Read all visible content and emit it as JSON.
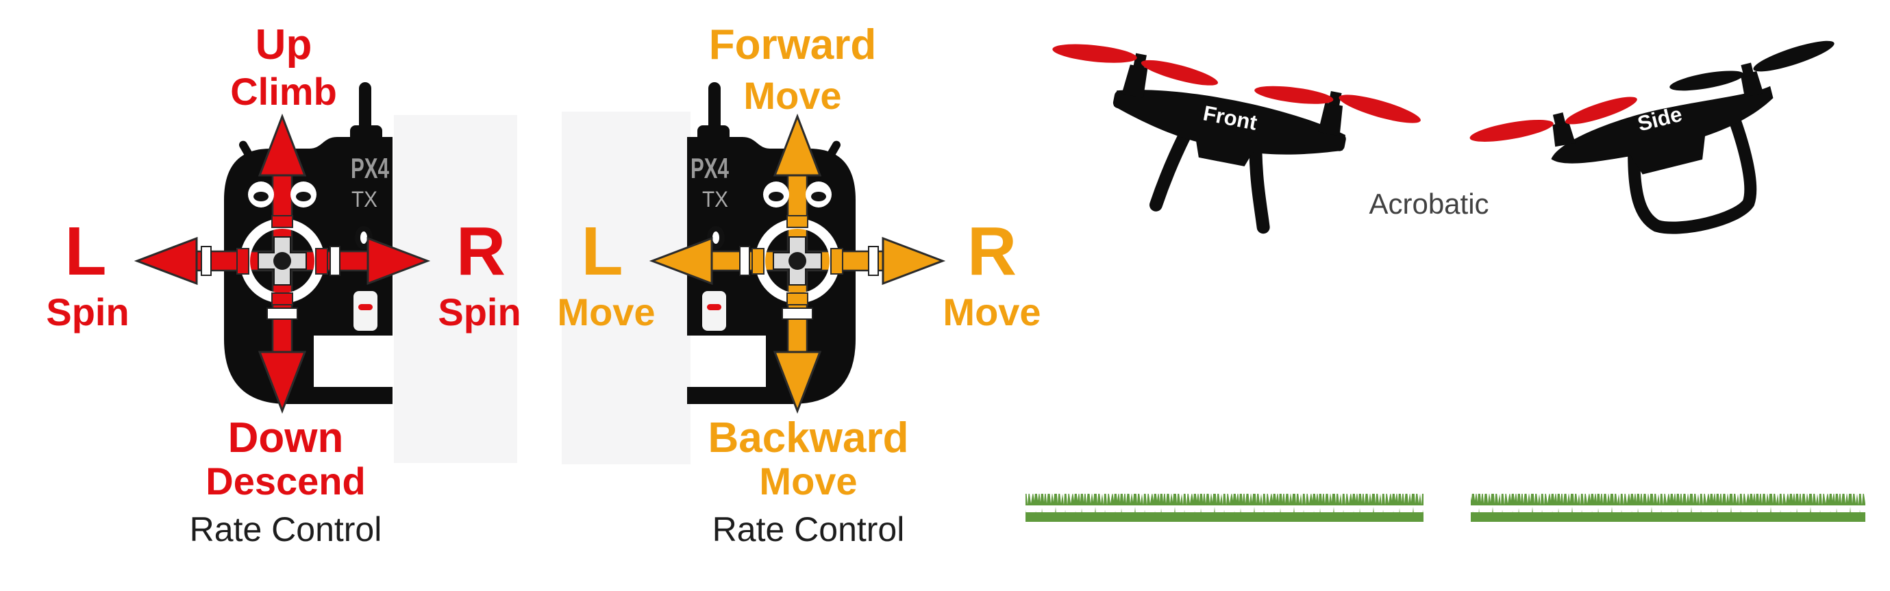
{
  "colors": {
    "rate_accent": "#e20d12",
    "move_accent": "#f2a011",
    "device_body": "#0d0d0d",
    "grass_green": "#5f9a3c",
    "caption_text": "#1d1d1d",
    "mode_text": "#414141",
    "brand_text": "#9a9a9a",
    "image_background": "#f5f5f6"
  },
  "controllers": {
    "left": {
      "up": "Up",
      "up_sub": "Climb",
      "left": "L",
      "left_sub": "Spin",
      "right": "R",
      "right_sub": "Spin",
      "down": "Down",
      "down_sub": "Descend",
      "caption": "Rate Control",
      "brand": "PX4",
      "brand_sub": "TX"
    },
    "middle": {
      "up": "Forward",
      "up_sub": "Move",
      "left": "L",
      "left_sub": "Move",
      "right": "R",
      "right_sub": "Move",
      "down": "Backward",
      "down_sub": "Move",
      "caption": "Rate Control",
      "brand": "PX4",
      "brand_sub": "TX"
    }
  },
  "drones": {
    "front_label": "Front",
    "side_label": "Side",
    "mode": "Acrobatic"
  }
}
